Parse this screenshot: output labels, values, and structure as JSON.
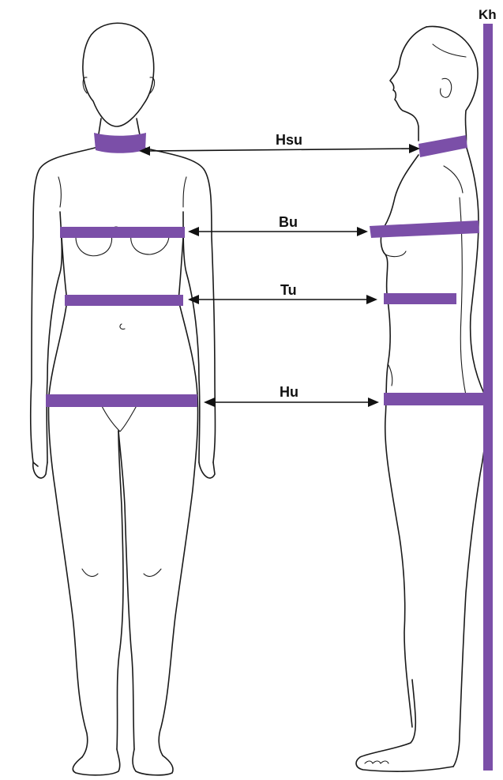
{
  "colors": {
    "accent": "#7b4fa8",
    "line": "#1a1a1a",
    "background": "#ffffff"
  },
  "labels": {
    "height": "Kh",
    "neck": "Hsu",
    "bust": "Bu",
    "waist": "Tu",
    "hip": "Hu"
  }
}
